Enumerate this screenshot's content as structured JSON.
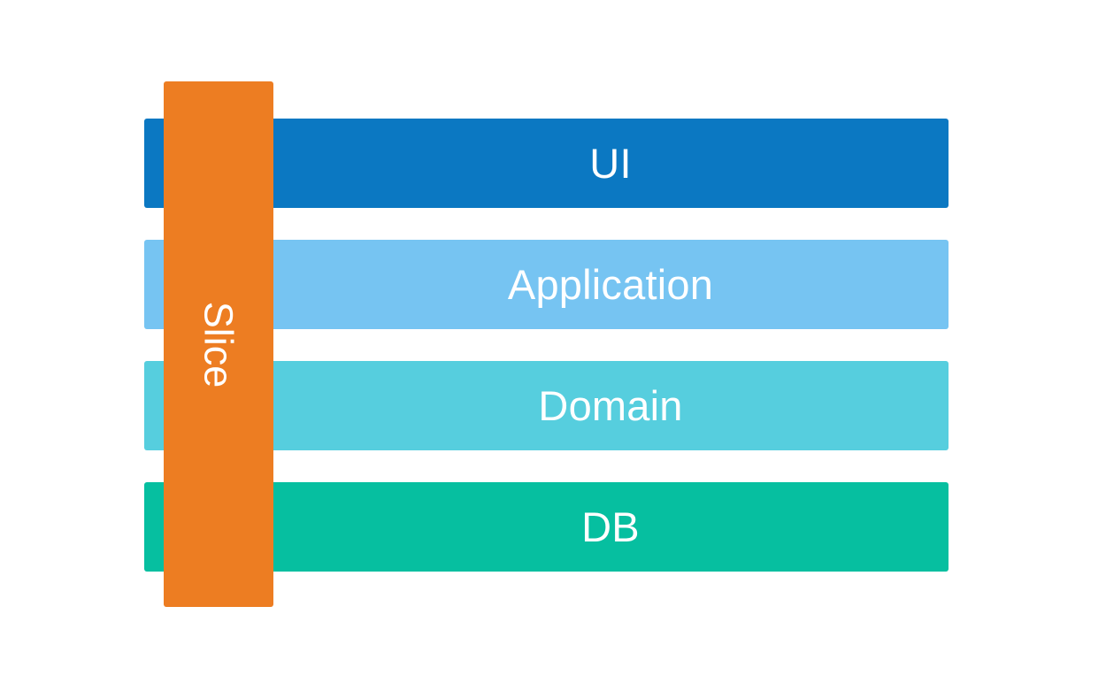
{
  "diagram": {
    "type": "vertical-slice-architecture",
    "background_color": "#FFFFFF",
    "layers": [
      {
        "id": "ui",
        "label": "UI",
        "color": "#0B78C2"
      },
      {
        "id": "application",
        "label": "Application",
        "color": "#76C4F2"
      },
      {
        "id": "domain",
        "label": "Domain",
        "color": "#56CEDE"
      },
      {
        "id": "db",
        "label": "DB",
        "color": "#06BFA0"
      }
    ],
    "slice": {
      "label": "Slice",
      "color": "#ED7D22",
      "text_color": "#FFFFFF",
      "orientation": "vertical"
    },
    "label_color": "#FFFFFF"
  }
}
